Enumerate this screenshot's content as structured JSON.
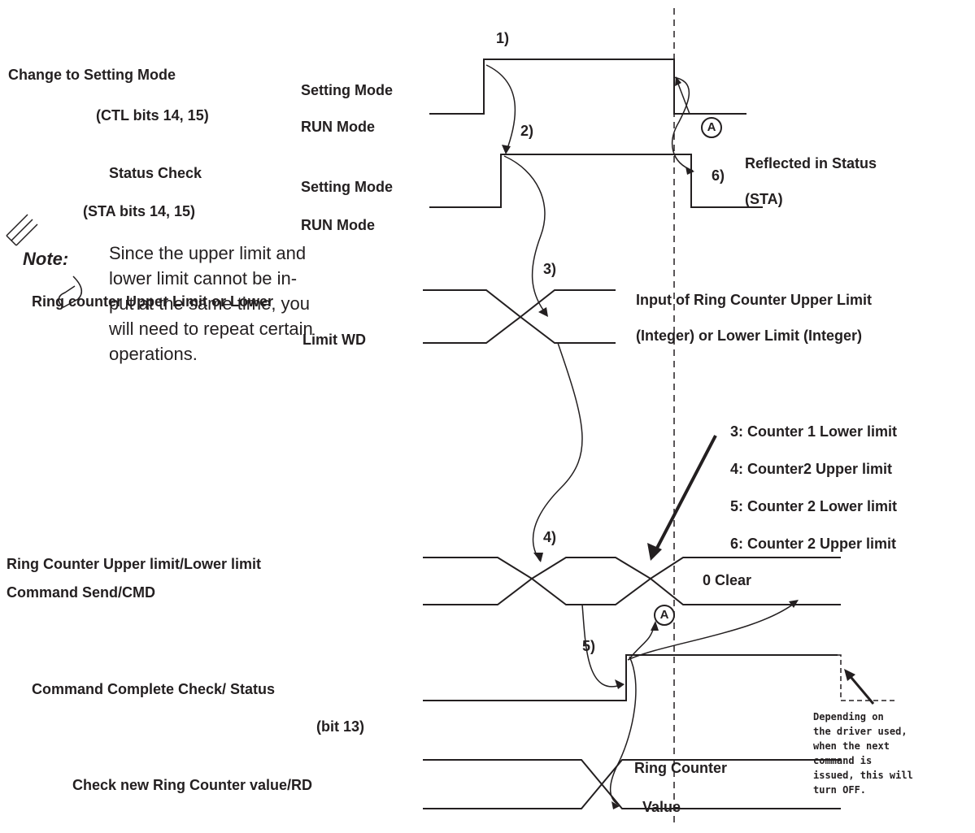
{
  "labels": {
    "change_mode": "Change to Setting Mode",
    "ctl_bits": "(CTL bits 14, 15)",
    "status_check": "Status Check",
    "sta_bits": "(STA bits 14, 15)",
    "ring_limit_1": "Ring counter Upper Limit or Lower",
    "ring_limit_2": "Limit WD",
    "ring_cmd_1": "Ring  Counter Upper limit/Lower limit",
    "ring_cmd_2": "Command  Send/CMD",
    "cmd_complete_1": "Command Complete Check/ Status",
    "cmd_complete_2": "(bit 13)",
    "check_new": "Check new Ring Counter value/RD"
  },
  "levels": {
    "setting_mode_1": "Setting Mode",
    "run_mode_1": "RUN Mode",
    "setting_mode_2": "Setting Mode",
    "run_mode_2": "RUN Mode"
  },
  "steps": {
    "s1": "1)",
    "s2": "2)",
    "s3": "3)",
    "s4": "4)",
    "s5": "5)",
    "s6": "6)"
  },
  "annotations": {
    "reflected": "Reflected in Status",
    "sta": "(STA)",
    "input_1": "Input of Ring Counter Upper Limit",
    "input_2": "(Integer) or Lower Limit (Integer)",
    "zero_clear": "0 Clear",
    "ring_counter": "Ring Counter",
    "value": "Value",
    "circle_a": "A"
  },
  "commands": [
    "3: Counter 1 Lower limit",
    "4: Counter2 Upper limit",
    "5: Counter 2 Lower limit",
    "6: Counter 2 Upper limit"
  ],
  "note": {
    "icon_label": "Note:",
    "lines": [
      "Since the upper limit and",
      "lower limit  cannot be in-",
      "put at the same time, you",
      "will need to repeat certain",
      "operations."
    ]
  },
  "footnote": [
    "Depending on",
    "the driver used,",
    "when the next",
    "command is",
    "issued, this will",
    "turn OFF."
  ],
  "colors": {
    "ink": "#231f20",
    "background": "#ffffff"
  }
}
